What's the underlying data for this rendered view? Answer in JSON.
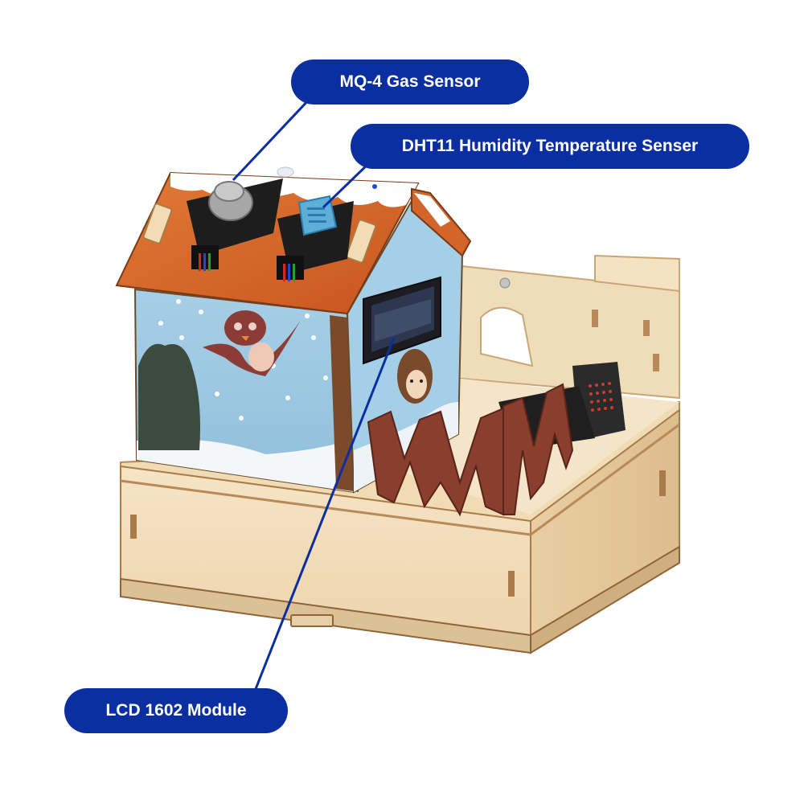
{
  "labels": {
    "gas_sensor": "MQ-4 Gas Sensor",
    "dht_sensor": "DHT11 Humidity Temperature Senser",
    "lcd_module": "LCD 1602 Module"
  },
  "colors": {
    "callout_bg": "#0b2fa0",
    "leader_line": "#0b2fa0",
    "roof": "#d3642a",
    "wall_paint": "#a9cde4",
    "plywood": "#f3dfbd",
    "plywood_edge": "#b88a57",
    "fence": "#8a3e2d"
  },
  "icons": {
    "gas_sensor": "mq4-sensor-icon",
    "dht_sensor": "dht11-sensor-icon",
    "lcd": "lcd-screen-icon",
    "owl": "owl-drawing-icon",
    "hedgehog": "hedgehog-drawing-icon",
    "microbit": "microbit-board-icon"
  }
}
